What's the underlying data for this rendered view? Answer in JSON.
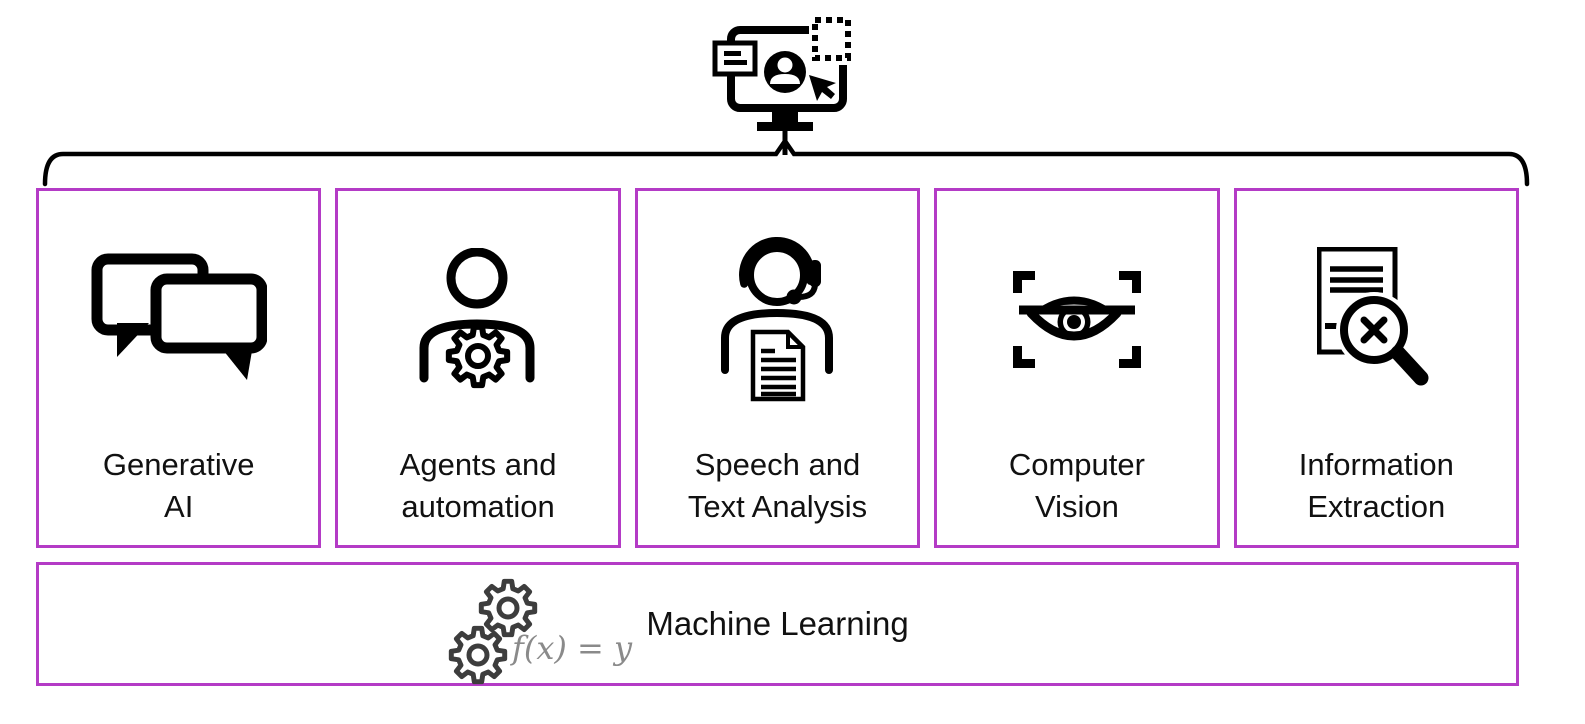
{
  "header": {
    "icon": "computer-user-selection-icon"
  },
  "categories": [
    {
      "icon": "chat-bubbles-icon",
      "label": "Generative\nAI"
    },
    {
      "icon": "person-gear-icon",
      "label": "Agents and\nautomation"
    },
    {
      "icon": "person-headset-document-icon",
      "label": "Speech and\nText Analysis"
    },
    {
      "icon": "eye-scan-icon",
      "label": "Computer\nVision"
    },
    {
      "icon": "document-magnifier-icon",
      "label": "Information\nExtraction"
    }
  ],
  "foundation": {
    "icon": "gears-icon",
    "formula": "f(x) = y",
    "label": "Machine Learning"
  },
  "colors": {
    "box_border": "#B43BC6",
    "icon_black": "#000000",
    "formula_gray": "#8A8A8A",
    "gear_gray": "#3D3D3D",
    "text": "#111111"
  }
}
